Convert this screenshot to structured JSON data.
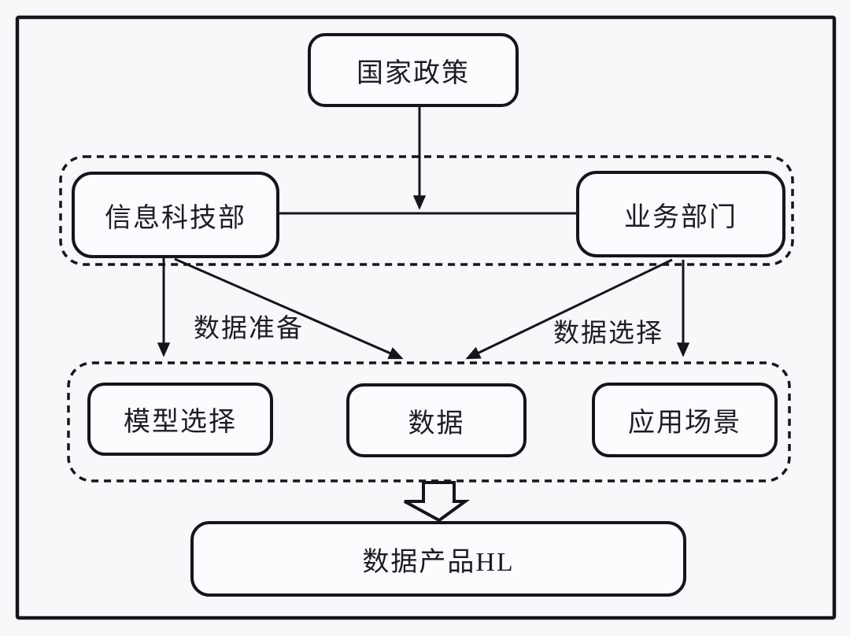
{
  "diagram": {
    "title": "data-product-architecture-flowchart",
    "colors": {
      "background": "#f7f8fa",
      "stroke": "#15161b",
      "node_fill": "#fbfcfe",
      "text": "#1c1c24"
    },
    "nodes": {
      "policy": {
        "label": "国家政策"
      },
      "it_dept": {
        "label": "信息科技部"
      },
      "biz_dept": {
        "label": "业务部门"
      },
      "model_select": {
        "label": "模型选择"
      },
      "data": {
        "label": "数据"
      },
      "app_scene": {
        "label": "应用场景"
      },
      "data_product": {
        "label": "数据产品HL"
      }
    },
    "edge_labels": {
      "data_prep": "数据准备",
      "data_select": "数据选择"
    }
  }
}
